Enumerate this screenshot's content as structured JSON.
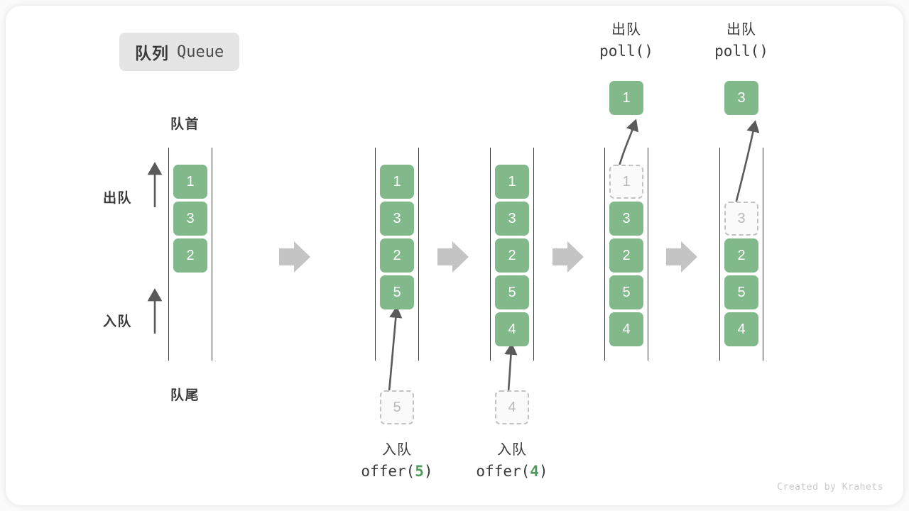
{
  "title": {
    "cn": "队列",
    "en": "Queue"
  },
  "labels": {
    "head": "队首",
    "tail": "队尾",
    "dequeue": "出队",
    "enqueue": "入队"
  },
  "credit": "Created by Krahets",
  "colors": {
    "element_green": "#81b98b",
    "ghost_border": "#c2c2c2",
    "ghost_text": "#b9b9b9",
    "rail": "#3c3c3c",
    "step_arrow": "#c4c4c4",
    "text": "#3a3a3a",
    "badge_bg": "#e5e5e5",
    "accent_arg": "#4f9a5c"
  },
  "stages": [
    {
      "name": "initial",
      "cells": [
        {
          "value": "1",
          "state": "filled"
        },
        {
          "value": "3",
          "state": "filled"
        },
        {
          "value": "2",
          "state": "filled"
        }
      ],
      "popped": null,
      "pending": null,
      "caption_top": null,
      "caption_bottom": null
    },
    {
      "name": "offer-5",
      "cells": [
        {
          "value": "1",
          "state": "filled"
        },
        {
          "value": "3",
          "state": "filled"
        },
        {
          "value": "2",
          "state": "filled"
        },
        {
          "value": "5",
          "state": "filled"
        }
      ],
      "popped": null,
      "pending": {
        "value": "5"
      },
      "caption_top": null,
      "caption_bottom": {
        "cn": "入队",
        "fn": "offer(",
        "arg": "5",
        "fn_end": ")"
      }
    },
    {
      "name": "offer-4",
      "cells": [
        {
          "value": "1",
          "state": "filled"
        },
        {
          "value": "3",
          "state": "filled"
        },
        {
          "value": "2",
          "state": "filled"
        },
        {
          "value": "5",
          "state": "filled"
        },
        {
          "value": "4",
          "state": "filled"
        }
      ],
      "popped": null,
      "pending": {
        "value": "4"
      },
      "caption_top": null,
      "caption_bottom": {
        "cn": "入队",
        "fn": "offer(",
        "arg": "4",
        "fn_end": ")"
      }
    },
    {
      "name": "poll-1",
      "cells": [
        {
          "value": "1",
          "state": "ghost"
        },
        {
          "value": "3",
          "state": "filled"
        },
        {
          "value": "2",
          "state": "filled"
        },
        {
          "value": "5",
          "state": "filled"
        },
        {
          "value": "4",
          "state": "filled"
        }
      ],
      "popped": {
        "value": "1"
      },
      "pending": null,
      "caption_top": {
        "cn": "出队",
        "fn": "poll()"
      },
      "caption_bottom": null
    },
    {
      "name": "poll-3",
      "cells": [
        {
          "value": "",
          "state": "empty"
        },
        {
          "value": "3",
          "state": "ghost"
        },
        {
          "value": "2",
          "state": "filled"
        },
        {
          "value": "5",
          "state": "filled"
        },
        {
          "value": "4",
          "state": "filled"
        }
      ],
      "popped": {
        "value": "3"
      },
      "pending": null,
      "caption_top": {
        "cn": "出队",
        "fn": "poll()"
      },
      "caption_bottom": null
    }
  ]
}
